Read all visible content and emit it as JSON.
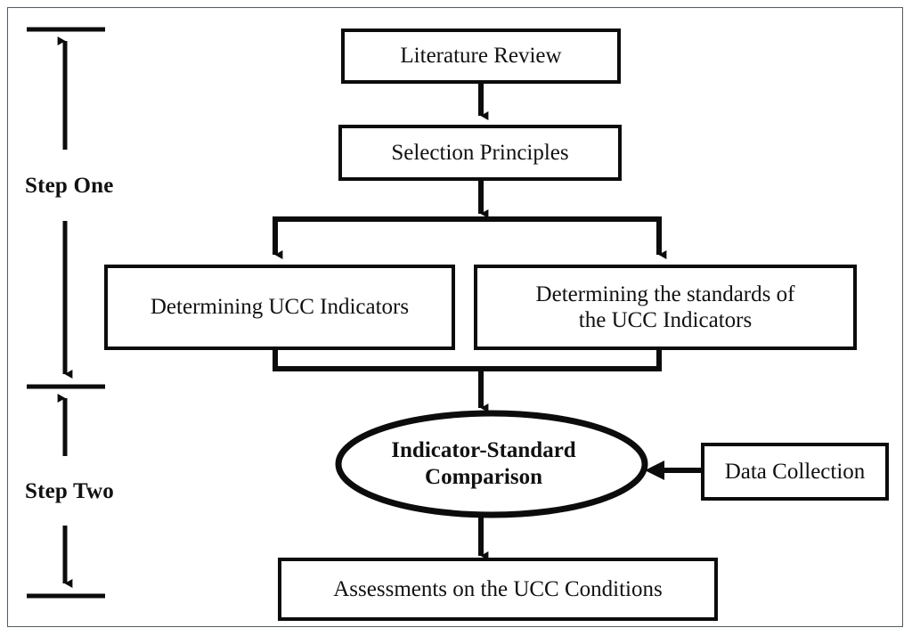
{
  "figure": {
    "type": "flowchart",
    "background": "#ffffff",
    "frame_color": "#555b60",
    "stroke_color": "#0c0c0c",
    "text_color": "#111111"
  },
  "steps": [
    {
      "id": "step-one",
      "label": "Step One"
    },
    {
      "id": "step-two",
      "label": "Step Two"
    }
  ],
  "nodes": {
    "literature_review": {
      "label": "Literature Review",
      "shape": "rect"
    },
    "selection_principles": {
      "label": "Selection Principles",
      "shape": "rect"
    },
    "determining_indicators": {
      "label": "Determining UCC Indicators",
      "shape": "rect"
    },
    "determining_standards_line1": "Determining the standards of",
    "determining_standards_line2": "the UCC Indicators",
    "indicator_standard_line1": "Indicator-Standard",
    "indicator_standard_line2": "Comparison",
    "data_collection": {
      "label": "Data Collection",
      "shape": "rect"
    },
    "assessments": {
      "label": "Assessments on the UCC Conditions",
      "shape": "rect"
    }
  },
  "edges": [
    {
      "from": "literature_review",
      "to": "selection_principles",
      "style": "arrow-down"
    },
    {
      "from": "selection_principles",
      "to": "split-bus",
      "style": "arrow-down"
    },
    {
      "from": "split-bus",
      "to": "determining_indicators",
      "style": "arrow-down"
    },
    {
      "from": "split-bus",
      "to": "determining_standards",
      "style": "arrow-down"
    },
    {
      "from": "determining_indicators",
      "to": "merge-bus",
      "style": "line"
    },
    {
      "from": "determining_standards",
      "to": "merge-bus",
      "style": "line"
    },
    {
      "from": "merge-bus",
      "to": "indicator_standard_comparison",
      "style": "arrow-down"
    },
    {
      "from": "data_collection",
      "to": "indicator_standard_comparison",
      "style": "arrow-left"
    },
    {
      "from": "indicator_standard_comparison",
      "to": "assessments",
      "style": "arrow-down"
    }
  ]
}
